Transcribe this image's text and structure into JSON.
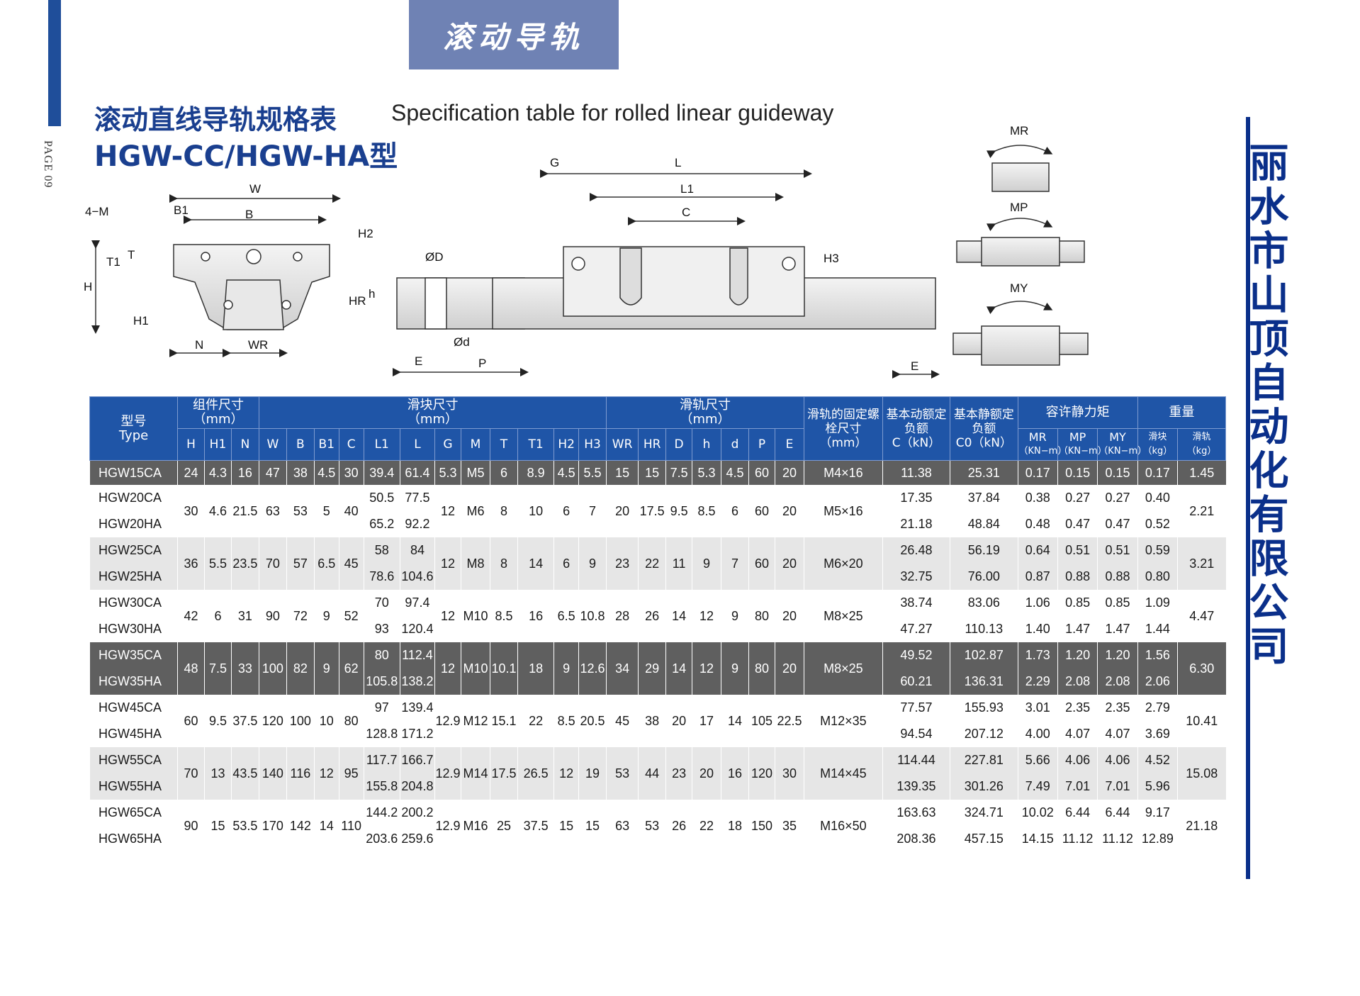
{
  "tab_label": "滚动导轨",
  "page_number": "PAGE 09",
  "title_cn": "滚动直线导轨规格表",
  "title_en": "Specification table for rolled linear guideway",
  "model_title": "HGW-CC/HGW-HA型",
  "company": "丽水市山顶自动化有限公司",
  "colors": {
    "brand_blue": "#1f55a7",
    "tab_blue": "#6f82b4",
    "company_blue": "#0a2f8a",
    "dark_row": "#5f5f5f",
    "light_row": "#e6e6e6"
  },
  "diagram_labels": {
    "front": [
      "W",
      "B1",
      "B",
      "4−M",
      "H2",
      "T",
      "T1",
      "H",
      "H1",
      "N",
      "WR"
    ],
    "rail_side": [
      "ØD",
      "h",
      "HR",
      "Ød",
      "E",
      "P"
    ],
    "block_side": [
      "G",
      "L",
      "L1",
      "C",
      "H3",
      "E"
    ],
    "moments": [
      "MR",
      "MP",
      "MY"
    ]
  },
  "table": {
    "header_groups": {
      "type_cn": "型号",
      "type_en": "Type",
      "assembly": "组件尺寸",
      "assembly_unit": "（mm）",
      "block": "滑块尺寸",
      "block_unit": "（mm）",
      "rail": "滑轨尺寸",
      "rail_unit": "（mm）",
      "bolt": "滑轨的固定螺栓尺寸",
      "bolt_unit": "（mm）",
      "dyn_load": "基本动额定负额",
      "dyn_load_unit": "C（kN）",
      "stat_load": "基本静额定负额",
      "stat_load_unit": "C0（kN）",
      "moment": "容许静力矩",
      "weight": "重量"
    },
    "sub_headers": [
      "H",
      "H1",
      "N",
      "W",
      "B",
      "B1",
      "C",
      "L1",
      "L",
      "G",
      "M",
      "T",
      "T1",
      "H2",
      "H3",
      "WR",
      "HR",
      "D",
      "h",
      "d",
      "P",
      "E"
    ],
    "moment_headers": [
      {
        "name": "MR",
        "unit": "（KN−m）"
      },
      {
        "name": "MP",
        "unit": "（KN−m）"
      },
      {
        "name": "MY",
        "unit": "（KN−m）"
      }
    ],
    "weight_headers": [
      {
        "name": "滑块",
        "unit": "（kg）"
      },
      {
        "name": "滑轨",
        "unit": "（kg）"
      }
    ],
    "groups": [
      {
        "style": "dark",
        "types": [
          "HGW15CA"
        ],
        "shared": {
          "H": "24",
          "H1": "4.3",
          "N": "16",
          "W": "47",
          "B": "38",
          "B1": "4.5",
          "C": "30",
          "G": "5.3",
          "M": "M5",
          "T": "6",
          "T1": "8.9",
          "H2": "4.5",
          "H3": "5.5",
          "WR": "15",
          "HR": "15",
          "D": "7.5",
          "h": "5.3",
          "d": "4.5",
          "P": "60",
          "E": "20",
          "bolt": "M4×16",
          "rail_kg": "1.45"
        },
        "rows": [
          {
            "L1": "39.4",
            "L": "61.4",
            "C_dyn": "11.38",
            "C0": "25.31",
            "MR": "0.17",
            "MP": "0.15",
            "MY": "0.15",
            "block_kg": "0.17"
          }
        ]
      },
      {
        "style": "white",
        "types": [
          "HGW20CA",
          "HGW20HA"
        ],
        "shared": {
          "H": "30",
          "H1": "4.6",
          "N": "21.5",
          "W": "63",
          "B": "53",
          "B1": "5",
          "C": "40",
          "G": "12",
          "M": "M6",
          "T": "8",
          "T1": "10",
          "H2": "6",
          "H3": "7",
          "WR": "20",
          "HR": "17.5",
          "D": "9.5",
          "h": "8.5",
          "d": "6",
          "P": "60",
          "E": "20",
          "bolt": "M5×16",
          "rail_kg": "2.21"
        },
        "rows": [
          {
            "L1": "50.5",
            "L": "77.5",
            "C_dyn": "17.35",
            "C0": "37.84",
            "MR": "0.38",
            "MP": "0.27",
            "MY": "0.27",
            "block_kg": "0.40"
          },
          {
            "L1": "65.2",
            "L": "92.2",
            "C_dyn": "21.18",
            "C0": "48.84",
            "MR": "0.48",
            "MP": "0.47",
            "MY": "0.47",
            "block_kg": "0.52"
          }
        ]
      },
      {
        "style": "light",
        "types": [
          "HGW25CA",
          "HGW25HA"
        ],
        "shared": {
          "H": "36",
          "H1": "5.5",
          "N": "23.5",
          "W": "70",
          "B": "57",
          "B1": "6.5",
          "C": "45",
          "G": "12",
          "M": "M8",
          "T": "8",
          "T1": "14",
          "H2": "6",
          "H3": "9",
          "WR": "23",
          "HR": "22",
          "D": "11",
          "h": "9",
          "d": "7",
          "P": "60",
          "E": "20",
          "bolt": "M6×20",
          "rail_kg": "3.21"
        },
        "rows": [
          {
            "L1": "58",
            "L": "84",
            "C_dyn": "26.48",
            "C0": "56.19",
            "MR": "0.64",
            "MP": "0.51",
            "MY": "0.51",
            "block_kg": "0.59"
          },
          {
            "L1": "78.6",
            "L": "104.6",
            "C_dyn": "32.75",
            "C0": "76.00",
            "MR": "0.87",
            "MP": "0.88",
            "MY": "0.88",
            "block_kg": "0.80"
          }
        ]
      },
      {
        "style": "white",
        "types": [
          "HGW30CA",
          "HGW30HA"
        ],
        "shared": {
          "H": "42",
          "H1": "6",
          "N": "31",
          "W": "90",
          "B": "72",
          "B1": "9",
          "C": "52",
          "G": "12",
          "M": "M10",
          "T": "8.5",
          "T1": "16",
          "H2": "6.5",
          "H3": "10.8",
          "WR": "28",
          "HR": "26",
          "D": "14",
          "h": "12",
          "d": "9",
          "P": "80",
          "E": "20",
          "bolt": "M8×25",
          "rail_kg": "4.47"
        },
        "rows": [
          {
            "L1": "70",
            "L": "97.4",
            "C_dyn": "38.74",
            "C0": "83.06",
            "MR": "1.06",
            "MP": "0.85",
            "MY": "0.85",
            "block_kg": "1.09"
          },
          {
            "L1": "93",
            "L": "120.4",
            "C_dyn": "47.27",
            "C0": "110.13",
            "MR": "1.40",
            "MP": "1.47",
            "MY": "1.47",
            "block_kg": "1.44"
          }
        ]
      },
      {
        "style": "dark",
        "types": [
          "HGW35CA",
          "HGW35HA"
        ],
        "shared": {
          "H": "48",
          "H1": "7.5",
          "N": "33",
          "W": "100",
          "B": "82",
          "B1": "9",
          "C": "62",
          "G": "12",
          "M": "M10",
          "T": "10.1",
          "T1": "18",
          "H2": "9",
          "H3": "12.6",
          "WR": "34",
          "HR": "29",
          "D": "14",
          "h": "12",
          "d": "9",
          "P": "80",
          "E": "20",
          "bolt": "M8×25",
          "rail_kg": "6.30"
        },
        "rows": [
          {
            "L1": "80",
            "L": "112.4",
            "C_dyn": "49.52",
            "C0": "102.87",
            "MR": "1.73",
            "MP": "1.20",
            "MY": "1.20",
            "block_kg": "1.56"
          },
          {
            "L1": "105.8",
            "L": "138.2",
            "C_dyn": "60.21",
            "C0": "136.31",
            "MR": "2.29",
            "MP": "2.08",
            "MY": "2.08",
            "block_kg": "2.06"
          }
        ]
      },
      {
        "style": "white",
        "types": [
          "HGW45CA",
          "HGW45HA"
        ],
        "shared": {
          "H": "60",
          "H1": "9.5",
          "N": "37.5",
          "W": "120",
          "B": "100",
          "B1": "10",
          "C": "80",
          "G": "12.9",
          "M": "M12",
          "T": "15.1",
          "T1": "22",
          "H2": "8.5",
          "H3": "20.5",
          "WR": "45",
          "HR": "38",
          "D": "20",
          "h": "17",
          "d": "14",
          "P": "105",
          "E": "22.5",
          "bolt": "M12×35",
          "rail_kg": "10.41"
        },
        "rows": [
          {
            "L1": "97",
            "L": "139.4",
            "C_dyn": "77.57",
            "C0": "155.93",
            "MR": "3.01",
            "MP": "2.35",
            "MY": "2.35",
            "block_kg": "2.79"
          },
          {
            "L1": "128.8",
            "L": "171.2",
            "C_dyn": "94.54",
            "C0": "207.12",
            "MR": "4.00",
            "MP": "4.07",
            "MY": "4.07",
            "block_kg": "3.69"
          }
        ]
      },
      {
        "style": "light",
        "types": [
          "HGW55CA",
          "HGW55HA"
        ],
        "shared": {
          "H": "70",
          "H1": "13",
          "N": "43.5",
          "W": "140",
          "B": "116",
          "B1": "12",
          "C": "95",
          "G": "12.9",
          "M": "M14",
          "T": "17.5",
          "T1": "26.5",
          "H2": "12",
          "H3": "19",
          "WR": "53",
          "HR": "44",
          "D": "23",
          "h": "20",
          "d": "16",
          "P": "120",
          "E": "30",
          "bolt": "M14×45",
          "rail_kg": "15.08"
        },
        "rows": [
          {
            "L1": "117.7",
            "L": "166.7",
            "C_dyn": "114.44",
            "C0": "227.81",
            "MR": "5.66",
            "MP": "4.06",
            "MY": "4.06",
            "block_kg": "4.52"
          },
          {
            "L1": "155.8",
            "L": "204.8",
            "C_dyn": "139.35",
            "C0": "301.26",
            "MR": "7.49",
            "MP": "7.01",
            "MY": "7.01",
            "block_kg": "5.96"
          }
        ]
      },
      {
        "style": "white",
        "types": [
          "HGW65CA",
          "HGW65HA"
        ],
        "shared": {
          "H": "90",
          "H1": "15",
          "N": "53.5",
          "W": "170",
          "B": "142",
          "B1": "14",
          "C": "110",
          "G": "12.9",
          "M": "M16",
          "T": "25",
          "T1": "37.5",
          "H2": "15",
          "H3": "15",
          "WR": "63",
          "HR": "53",
          "D": "26",
          "h": "22",
          "d": "18",
          "P": "150",
          "E": "35",
          "bolt": "M16×50",
          "rail_kg": "21.18"
        },
        "rows": [
          {
            "L1": "144.2",
            "L": "200.2",
            "C_dyn": "163.63",
            "C0": "324.71",
            "MR": "10.02",
            "MP": "6.44",
            "MY": "6.44",
            "block_kg": "9.17"
          },
          {
            "L1": "203.6",
            "L": "259.6",
            "C_dyn": "208.36",
            "C0": "457.15",
            "MR": "14.15",
            "MP": "11.12",
            "MY": "11.12",
            "block_kg": "12.89"
          }
        ]
      }
    ]
  }
}
